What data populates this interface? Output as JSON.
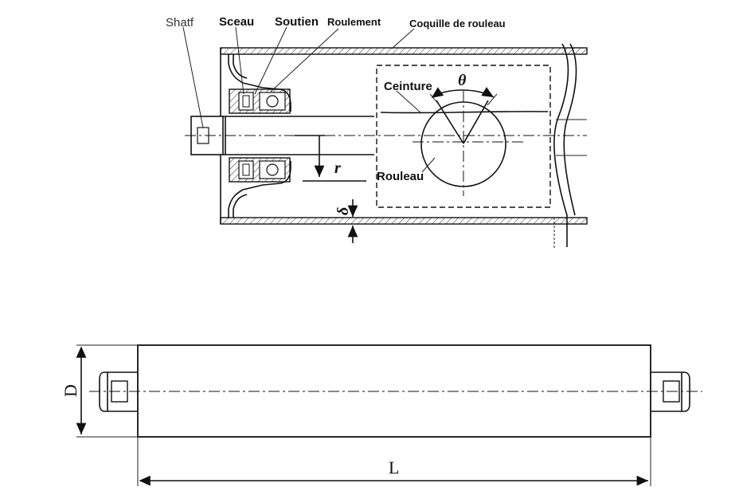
{
  "top_diagram": {
    "labels": {
      "shaft": "Shatf",
      "seal": "Sceau",
      "support": "Soutien",
      "bearing": "Roulement",
      "roller_shell": "Coquille de rouleau",
      "belt": "Ceinture",
      "roller": "Rouleau"
    },
    "symbols": {
      "theta": "θ",
      "radius": "r",
      "delta": "δ"
    }
  },
  "bottom_diagram": {
    "dimensions": {
      "diameter": "D",
      "length": "L"
    }
  }
}
